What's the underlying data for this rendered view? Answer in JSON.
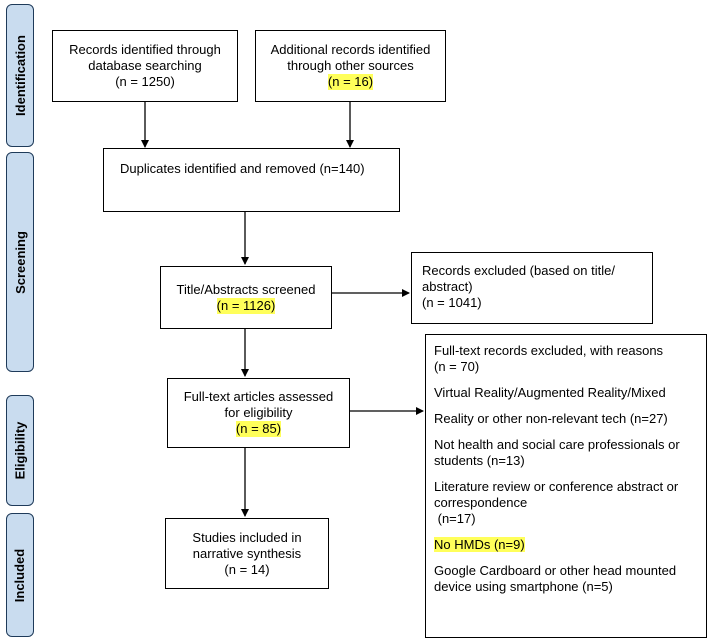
{
  "stages": {
    "identification": "Identification",
    "screening": "Screening",
    "eligibility": "Eligibility",
    "included": "Included"
  },
  "boxes": {
    "database": {
      "line1": "Records identified through",
      "line2": "database searching",
      "line3": "(n = 1250)"
    },
    "other_sources": {
      "line1": "Additional records identified",
      "line2": "through other sources",
      "count": "(n = 16)"
    },
    "duplicates": {
      "text": "Duplicates identified and removed (n=140)"
    },
    "screened": {
      "line1": "Title/Abstracts screened",
      "count": "(n = 1126)"
    },
    "excluded_title": {
      "line1": "Records excluded (based on title/",
      "line2": "abstract)",
      "line3": "(n = 1041)"
    },
    "fulltext": {
      "line1": "Full-text articles assessed",
      "line2": "for eligibility",
      "count": "(n = 85)"
    },
    "included": {
      "line1": "Studies included in",
      "line2": "narrative synthesis",
      "line3": "(n = 14)"
    },
    "fulltext_excluded": {
      "header": "Full-text records excluded, with reasons",
      "header_count": "(n = 70)",
      "r1a": "Virtual Reality/Augmented Reality/Mixed",
      "r1b": "Reality or other non-relevant tech (n=27)",
      "r2a": "Not health and social care professionals or",
      "r2b": "students (n=13)",
      "r3a": "Literature review or conference abstract or",
      "r3b": "correspondence",
      "r3c": " (n=17)",
      "r4": "No HMDs (n=9)",
      "r5a": "Google Cardboard or other head mounted",
      "r5b": "device using smartphone (n=5)"
    }
  },
  "colors": {
    "stage_fill": "#c9dcef",
    "stage_border": "#1f3b5a",
    "highlight": "#ffff5a"
  }
}
